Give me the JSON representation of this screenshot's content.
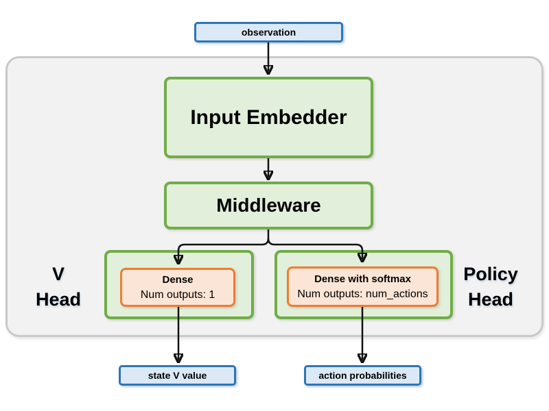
{
  "nodes": {
    "observation": {
      "label": "observation"
    },
    "input_embedder": {
      "label": "Input Embedder"
    },
    "middleware": {
      "label": "Middleware"
    },
    "v_head": {
      "label_line1": "V",
      "label_line2": "Head"
    },
    "v_dense": {
      "title": "Dense",
      "subtitle": "Num outputs: 1"
    },
    "policy_head": {
      "label_line1": "Policy",
      "label_line2": "Head"
    },
    "policy_dense": {
      "title": "Dense with softmax",
      "subtitle": "Num outputs: num_actions"
    },
    "state_v_value": {
      "label": "state V value"
    },
    "action_probabilities": {
      "label": "action probabilities"
    }
  },
  "colors": {
    "io_box_fill": "#dbe9f6",
    "io_box_border": "#2e75b6",
    "stage_box_fill": "#e2efda",
    "stage_box_border": "#70ad47",
    "dense_box_fill": "#fbe5d6",
    "dense_box_border": "#ed7d31",
    "container_fill": "#f2f2f2",
    "container_border": "#c9c9c9",
    "arrow": "#111111",
    "text": "#000000"
  }
}
